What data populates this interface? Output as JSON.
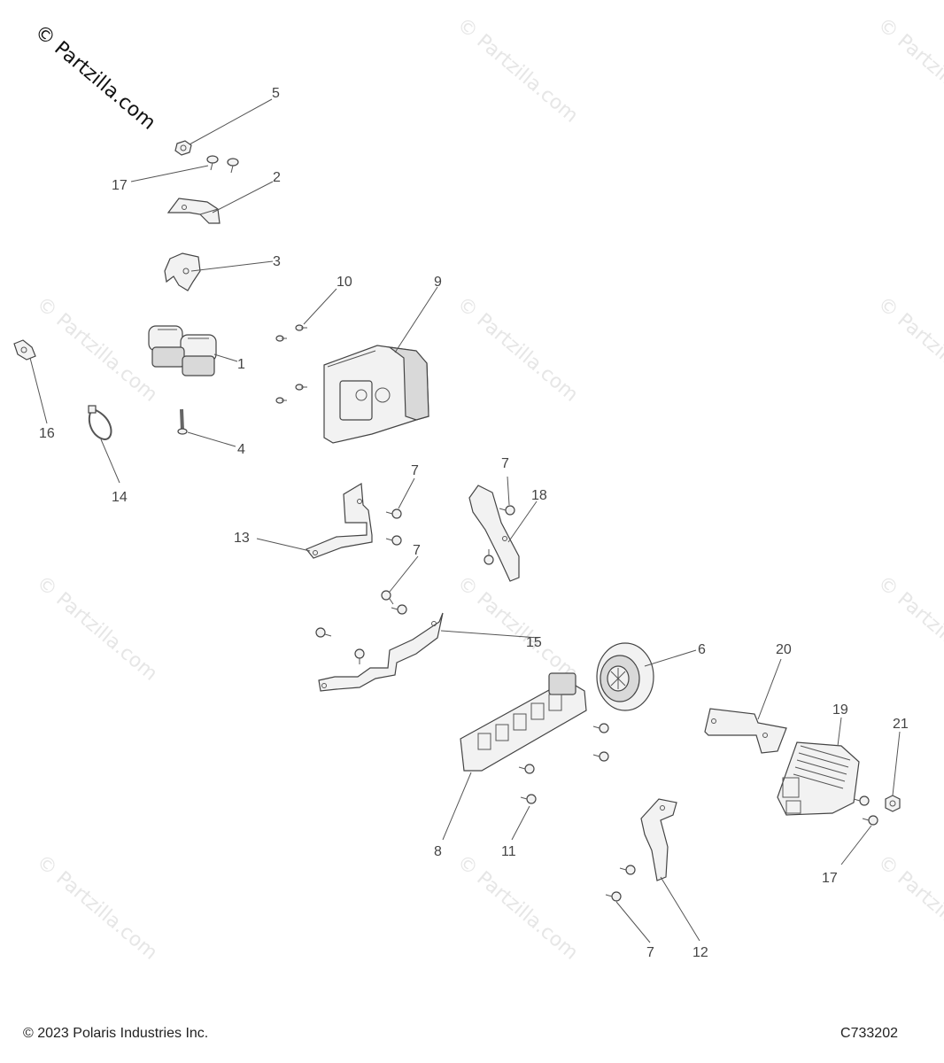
{
  "watermark": {
    "main": "© Partzilla.com",
    "repeat": "© Partzilla.com"
  },
  "callouts": {
    "c1": "1",
    "c2": "2",
    "c3": "3",
    "c4": "4",
    "c5": "5",
    "c6": "6",
    "c7a": "7",
    "c7b": "7",
    "c7c": "7",
    "c7d": "7",
    "c8": "8",
    "c9": "9",
    "c10": "10",
    "c11": "11",
    "c12": "12",
    "c13": "13",
    "c14": "14",
    "c15": "15",
    "c16": "16",
    "c17a": "17",
    "c17b": "17",
    "c18": "18",
    "c19": "19",
    "c20": "20",
    "c21": "21"
  },
  "footer": {
    "copyright": "© 2023 Polaris Industries Inc.",
    "diagram_code": "C733202"
  }
}
